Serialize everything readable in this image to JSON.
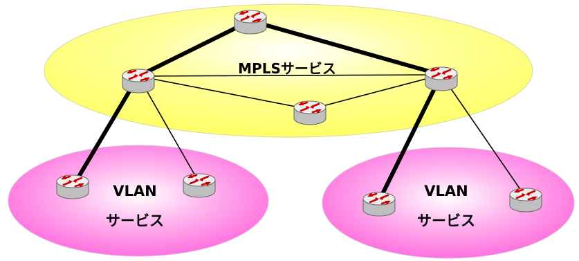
{
  "mpls_cloud": {
    "label": "MPLSサービス",
    "fill": "#ffff66",
    "stroke": "#d8d8a0"
  },
  "vlan_clouds": [
    {
      "label_line1": "VLAN",
      "label_line2": "サービス",
      "fill": "#ff66dd",
      "stroke": "#e0b0e0"
    },
    {
      "label_line1": "VLAN",
      "label_line2": "サービス",
      "fill": "#ff66dd",
      "stroke": "#e0b0e0"
    }
  ],
  "colors": {
    "link": "#000000",
    "router_body": "#d9d9d9",
    "router_arrows": "#cc0000"
  },
  "icons": {
    "router": "router-icon"
  }
}
